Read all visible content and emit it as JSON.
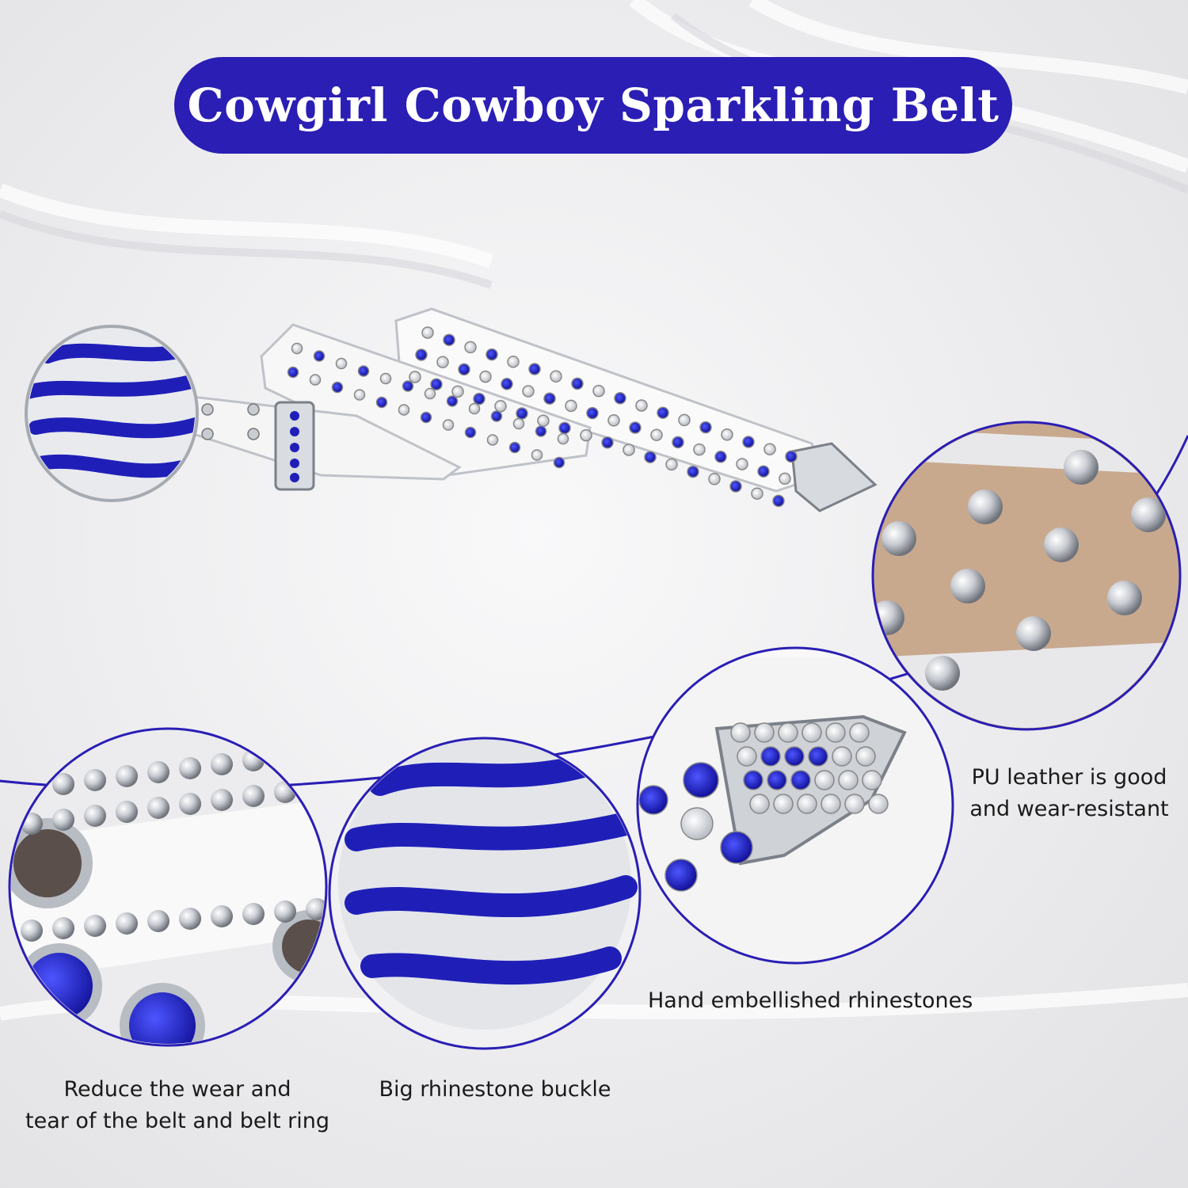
{
  "title": "Cowgirl Cowboy Sparkling Belt",
  "colors": {
    "accent": "#2a1eb4",
    "belt": "#fafafa",
    "stone_blue": "#1f1fb8",
    "stone_clear": "#e4e6ea",
    "pu_leather": "#c8a88c",
    "background": "#eeeeef"
  },
  "features": [
    {
      "id": "pu-leather",
      "caption_lines": [
        "PU leather is good",
        "and wear-resistant"
      ]
    },
    {
      "id": "rhinestones",
      "caption_lines": [
        "Hand embellished rhinestones"
      ]
    },
    {
      "id": "buckle",
      "caption_lines": [
        "Big rhinestone buckle"
      ]
    },
    {
      "id": "wear",
      "caption_lines": [
        "Reduce the wear and",
        "tear of the belt and belt ring"
      ]
    }
  ]
}
